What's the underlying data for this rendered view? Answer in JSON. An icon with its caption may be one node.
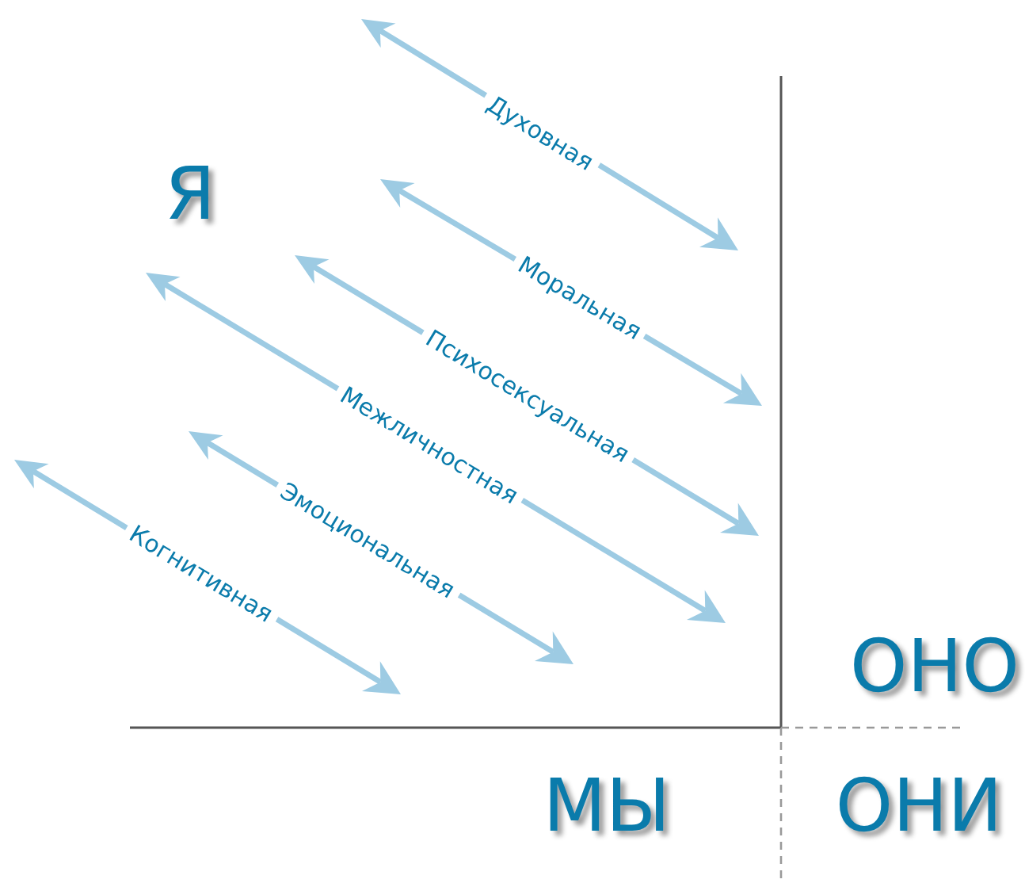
{
  "diagram": {
    "labels": [
      "Я",
      "Духовная",
      "Моральная",
      "Психосексуальная",
      "Межличностная",
      "Эмоциональная",
      "Когнитивная",
      "ОНО",
      "МЫ",
      "ОНИ"
    ]
  }
}
